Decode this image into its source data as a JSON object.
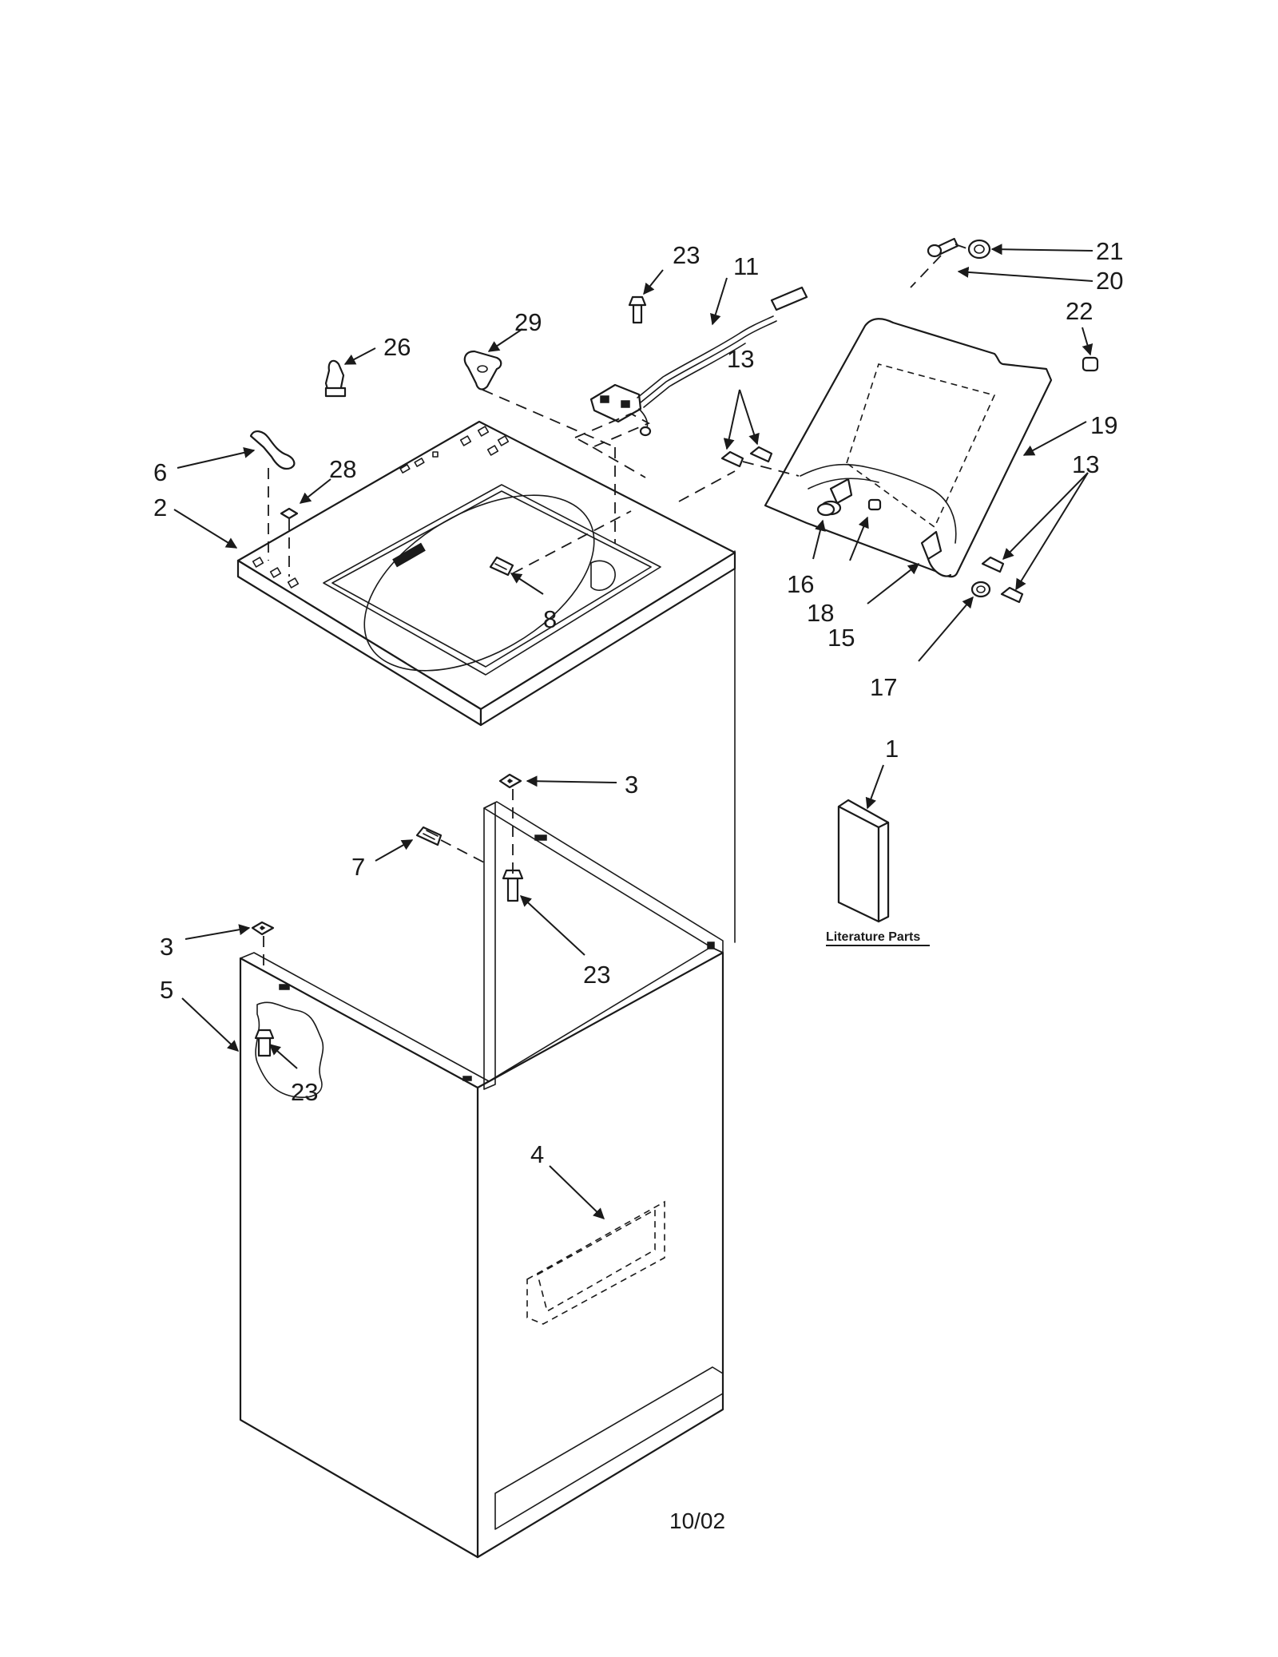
{
  "callouts": {
    "c1": "1",
    "c2": "2",
    "c3a": "3",
    "c3b": "3",
    "c4": "4",
    "c5": "5",
    "c6": "6",
    "c7": "7",
    "c8": "8",
    "c11": "11",
    "c13a": "13",
    "c13b": "13",
    "c15": "15",
    "c16": "16",
    "c17": "17",
    "c18": "18",
    "c19": "19",
    "c20": "20",
    "c21": "21",
    "c22": "22",
    "c23a": "23",
    "c23b": "23",
    "c23c": "23",
    "c26": "26",
    "c28": "28",
    "c29": "29"
  },
  "literature": {
    "caption": "Literature Parts"
  },
  "footer": {
    "date_code": "10/02"
  }
}
